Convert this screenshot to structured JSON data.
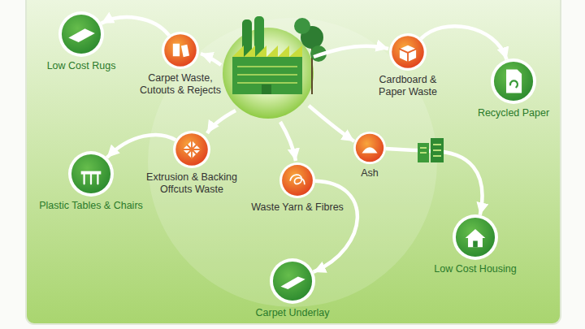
{
  "diagram": {
    "nodes": [
      {
        "text": [
          "Low Cost Rugs"
        ]
      },
      {
        "text": [
          "Carpet Waste, Cutouts & Rejects"
        ]
      },
      {
        "text": [
          "Cardboard & Paper Waste"
        ]
      },
      {
        "text": [
          "Recycled Paper"
        ]
      },
      {
        "text": [
          "Extrusion & Backing Offcuts Waste"
        ]
      },
      {
        "text": [
          "Ash"
        ]
      },
      {
        "text": [
          "Plastic Tables & Chairs"
        ]
      },
      {
        "text": [
          "Waste Yarn & Fibres"
        ]
      },
      {
        "text": [
          "Low Cost Housing"
        ]
      },
      {
        "text": [
          "Carpet Underlay"
        ]
      }
    ],
    "edges": [
      {
        "from": 1,
        "to": 0,
        "arrow": "to"
      },
      {
        "from": 2,
        "to": 3,
        "arrow": "to"
      },
      {
        "from": 4,
        "to": 6,
        "arrow": "to"
      },
      {
        "from": 7,
        "to": 9,
        "arrow": "to"
      },
      {
        "from": 5,
        "to": 8,
        "arrow": "to"
      }
    ]
  }
}
